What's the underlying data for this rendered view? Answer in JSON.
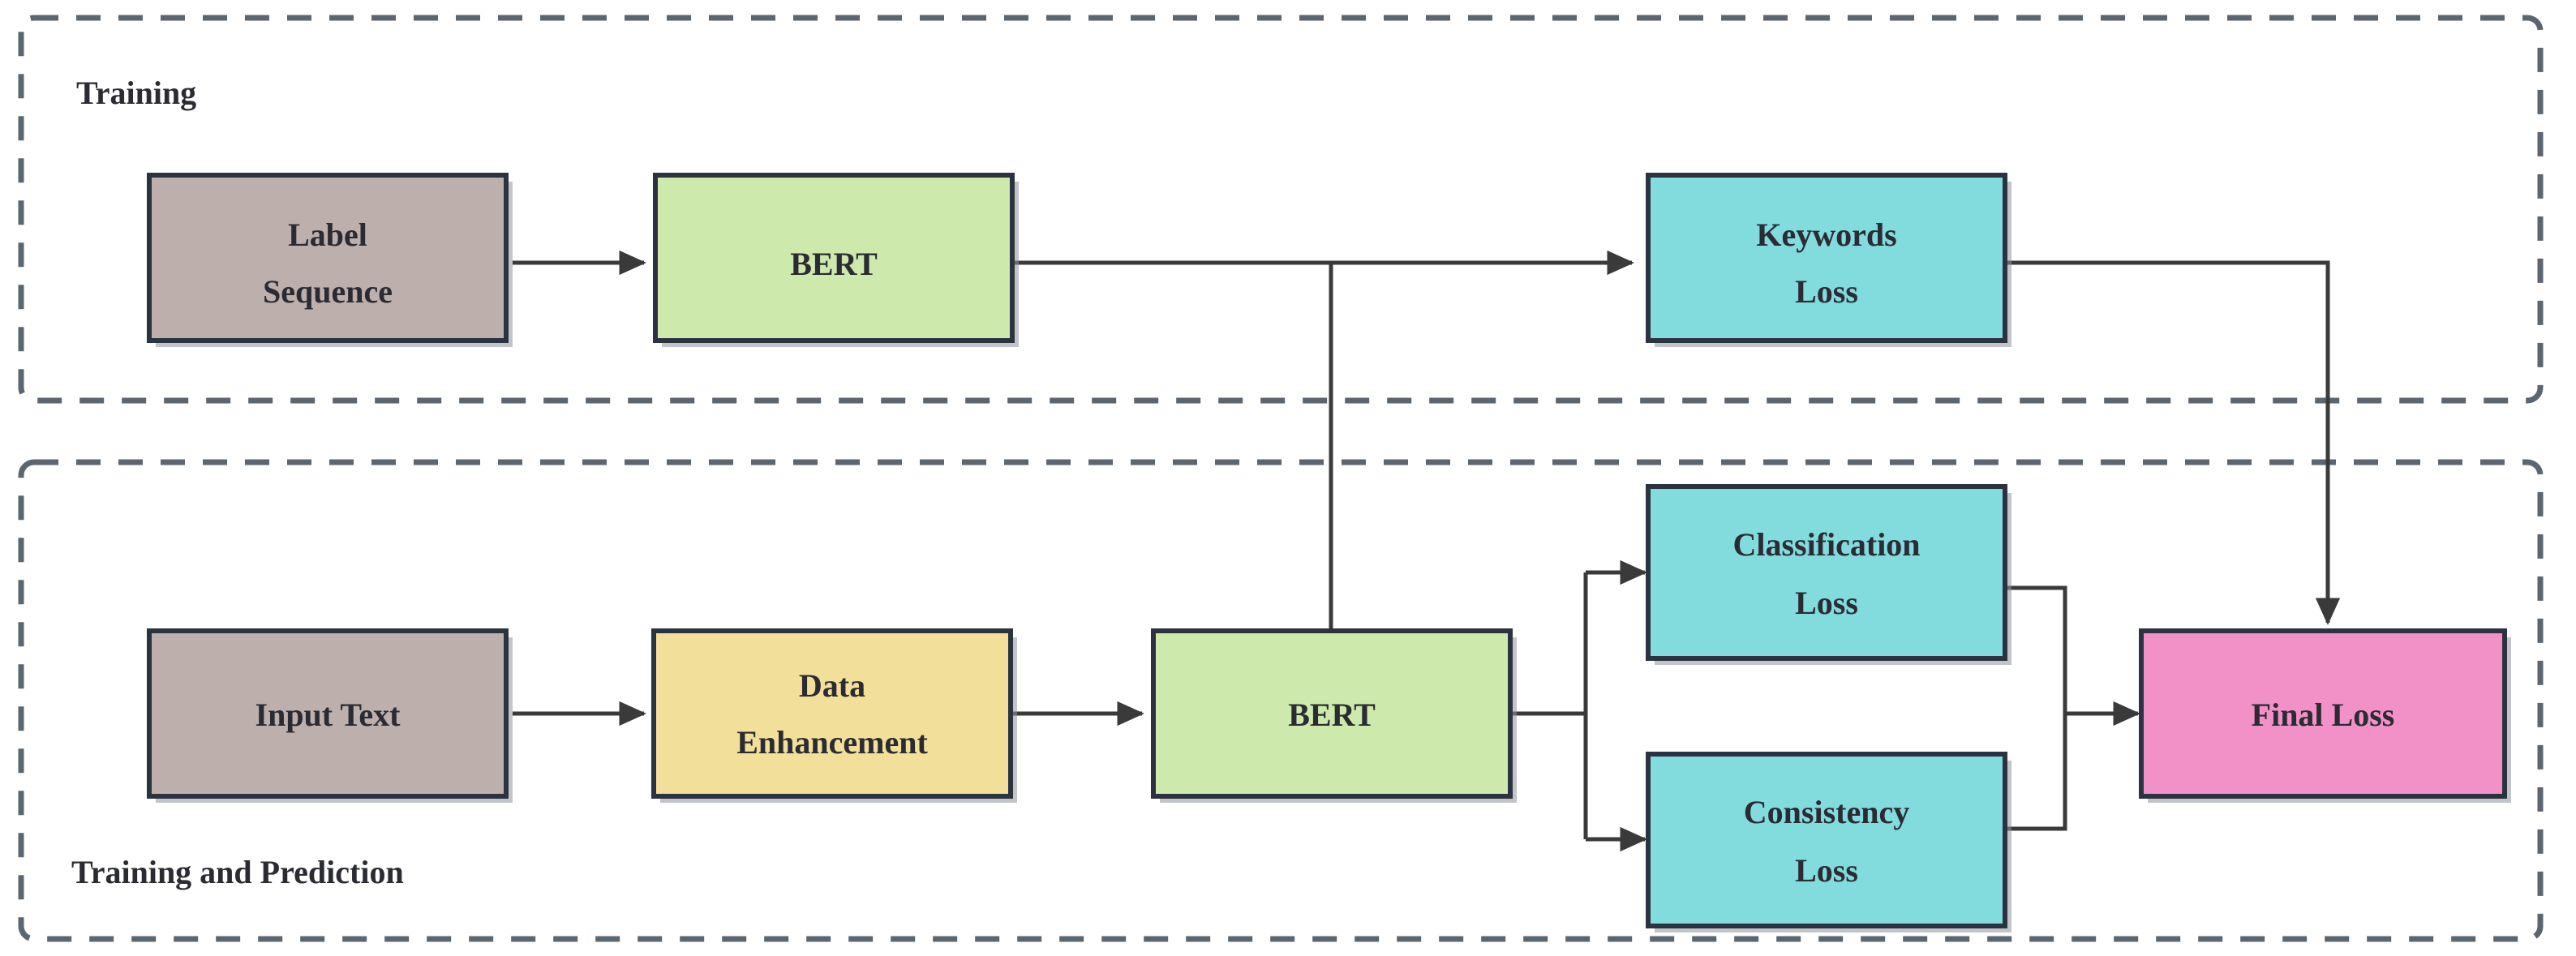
{
  "diagram": {
    "title_top": "Training",
    "title_bottom": "Training and Prediction",
    "groups": [
      {
        "id": "training",
        "label": "Training"
      },
      {
        "id": "training-and-prediction",
        "label": "Training and Prediction"
      }
    ],
    "nodes": [
      {
        "id": "label-sequence",
        "line1": "Label",
        "line2": "Sequence",
        "color": "#bdb0ac"
      },
      {
        "id": "bert-top",
        "line1": "BERT",
        "line2": "",
        "color": "#cdeaac"
      },
      {
        "id": "keywords-loss",
        "line1": "Keywords",
        "line2": "Loss",
        "color": "#82dbdd"
      },
      {
        "id": "input-text",
        "line1": "Input Text",
        "line2": "",
        "color": "#bdb0ac"
      },
      {
        "id": "data-enhancement",
        "line1": "Data",
        "line2": "Enhancement",
        "color": "#f2e09a"
      },
      {
        "id": "bert-bottom",
        "line1": "BERT",
        "line2": "",
        "color": "#cdeaac"
      },
      {
        "id": "classification-loss",
        "line1": "Classification",
        "line2": "Loss",
        "color": "#82dbdd"
      },
      {
        "id": "consistency-loss",
        "line1": "Consistency",
        "line2": "Loss",
        "color": "#82dbdd"
      },
      {
        "id": "final-loss",
        "line1": "Final Loss",
        "line2": "",
        "color": "#f291c8"
      }
    ],
    "edges": [
      {
        "id": "label-sequence-to-bert-top",
        "from": "label-sequence",
        "to": "bert-top"
      },
      {
        "id": "bert-top-to-keywords-loss",
        "from": "bert-top",
        "to": "keywords-loss"
      },
      {
        "id": "bert-top-to-bert-bottom",
        "from": "bert-top",
        "to": "bert-bottom"
      },
      {
        "id": "keywords-loss-to-final-loss",
        "from": "keywords-loss",
        "to": "final-loss"
      },
      {
        "id": "input-text-to-data-enhancement",
        "from": "input-text",
        "to": "data-enhancement"
      },
      {
        "id": "data-enhancement-to-bert-bottom",
        "from": "data-enhancement",
        "to": "bert-bottom"
      },
      {
        "id": "bert-bottom-to-classification-loss",
        "from": "bert-bottom",
        "to": "classification-loss"
      },
      {
        "id": "bert-bottom-to-consistency-loss",
        "from": "bert-bottom",
        "to": "consistency-loss"
      },
      {
        "id": "classification-loss-to-final-loss",
        "from": "classification-loss",
        "to": "final-loss"
      },
      {
        "id": "consistency-loss-to-final-loss",
        "from": "consistency-loss",
        "to": "final-loss"
      }
    ],
    "colors": {
      "taupe": "#bdb0ac",
      "green": "#cdeaac",
      "cyan": "#82dbdd",
      "yellow": "#f2e09a",
      "pink": "#f291c8",
      "border": "#2b3340",
      "dashed_border": "#5b6670",
      "edge": "#3a3a3a",
      "text": "#2b2b33",
      "background": "#ffffff"
    }
  }
}
